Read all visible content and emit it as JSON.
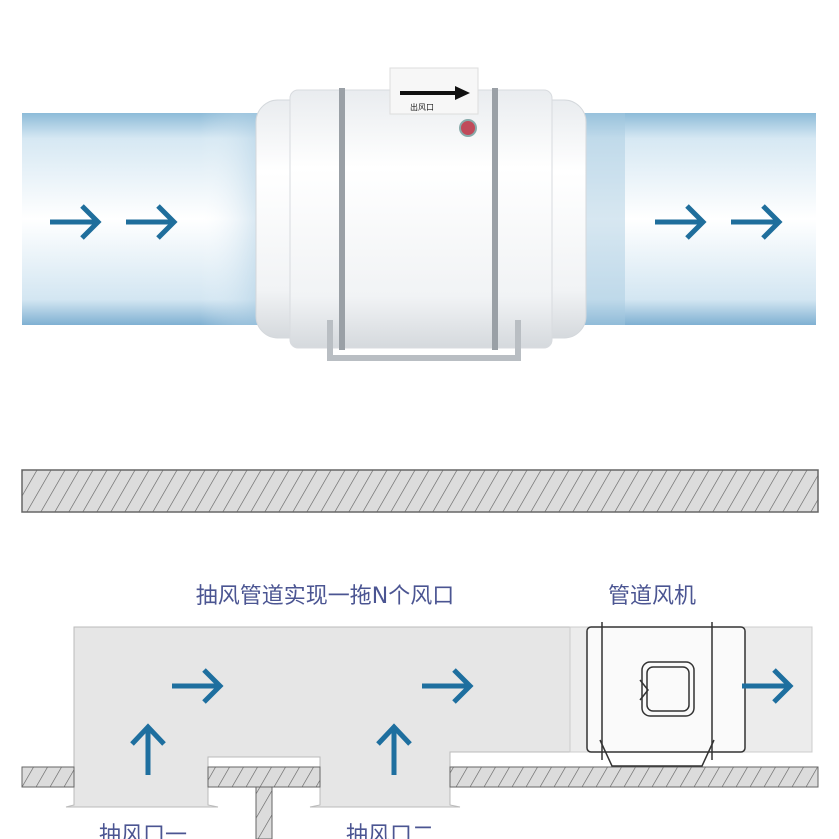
{
  "product_photo": {
    "outlet_label": "出风口",
    "arrow_color": "#1f6e9c",
    "pipe_color": "#6fa8cc"
  },
  "diagram": {
    "title": "抽风管道实现一拖N个风口",
    "fan_label": "管道风机",
    "inlet_1_label": "抽风口一",
    "inlet_2_label": "抽风口二",
    "text_color": "#4b5592",
    "arrow_color": "#1e6f9f"
  }
}
